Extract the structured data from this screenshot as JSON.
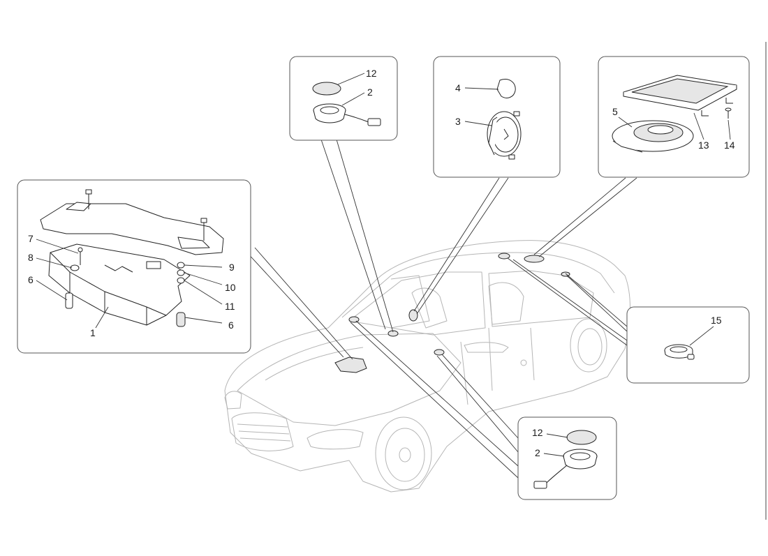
{
  "diagram": {
    "part_labels": {
      "p1": "1",
      "p2": "2",
      "p3": "3",
      "p4": "4",
      "p5": "5",
      "p6": "6",
      "p7": "7",
      "p8": "8",
      "p9": "9",
      "p10": "10",
      "p11": "11",
      "p12": "12",
      "p13": "13",
      "p14": "14",
      "p15": "15"
    }
  }
}
